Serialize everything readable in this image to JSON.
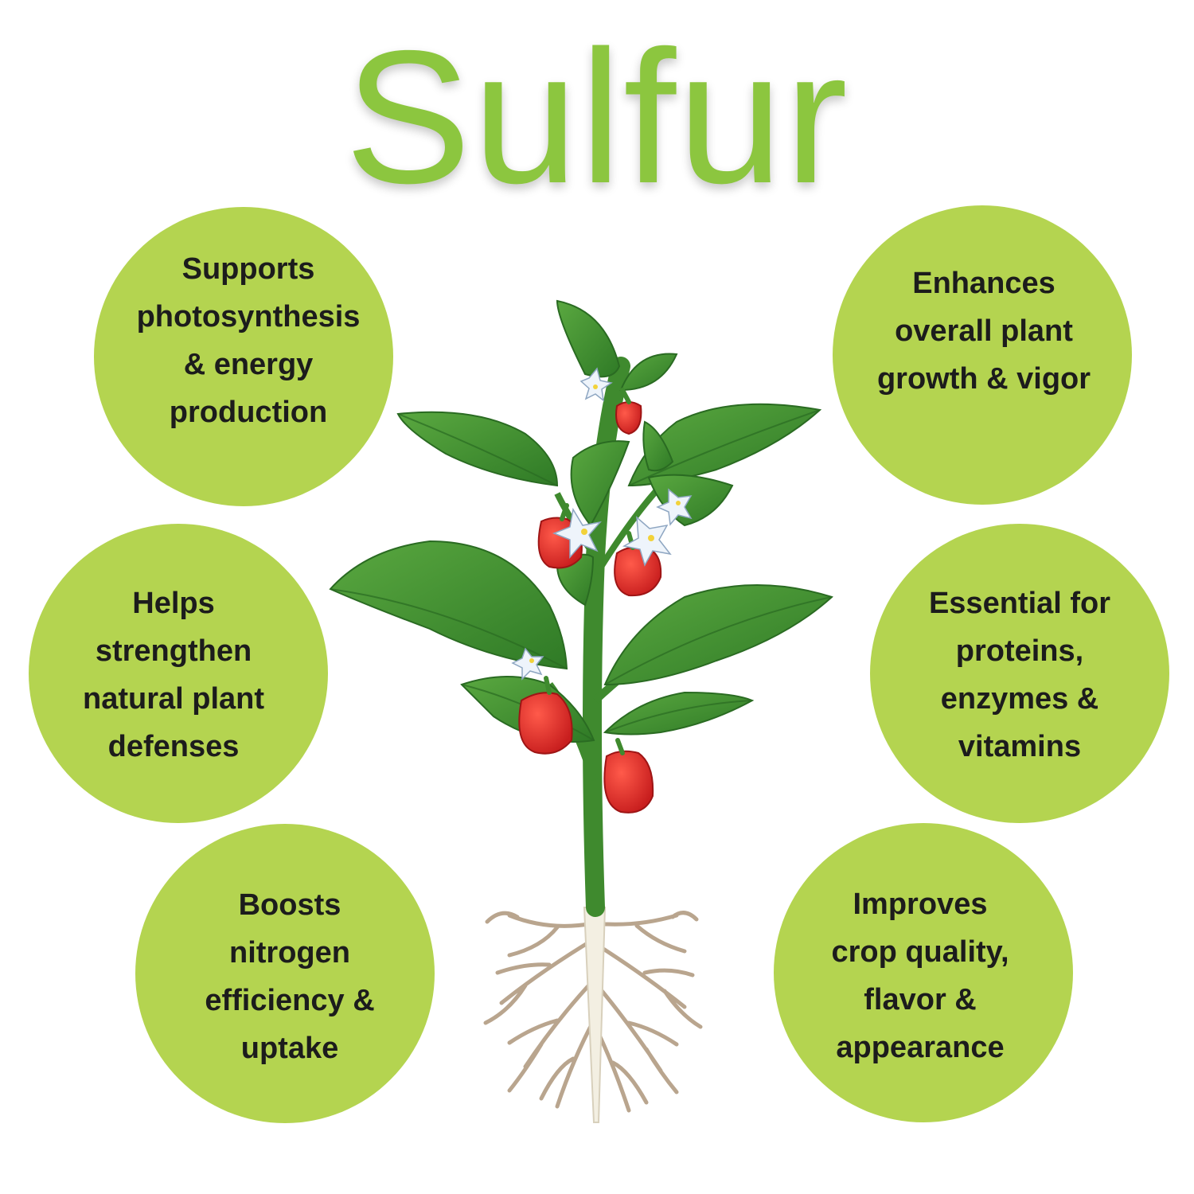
{
  "title": "Sulfur",
  "colors": {
    "title": "#8cc63f",
    "circle_fill": "#b4d450",
    "circle_text": "#1c1c1c",
    "leaf": "#3f8f2f",
    "stem": "#3f8a2e",
    "pepper": "#d92a2a",
    "root": "#b9a58e"
  },
  "benefits": {
    "left": [
      {
        "text": "Supports\nphotosynthesis\n& energy\nproduction"
      },
      {
        "text": "Helps\nstrengthen\nnatural plant\ndefenses"
      },
      {
        "text": "Boosts\nnitrogen\nefficiency &\nuptake"
      }
    ],
    "right": [
      {
        "text": "Enhances\noverall plant\ngrowth & vigor"
      },
      {
        "text": "Essential for\nproteins,\nenzymes &\nvitamins"
      },
      {
        "text": "Improves\ncrop quality,\nflavor &\nappearance"
      }
    ]
  },
  "illustration": {
    "icon": "pepper-plant-icon"
  }
}
